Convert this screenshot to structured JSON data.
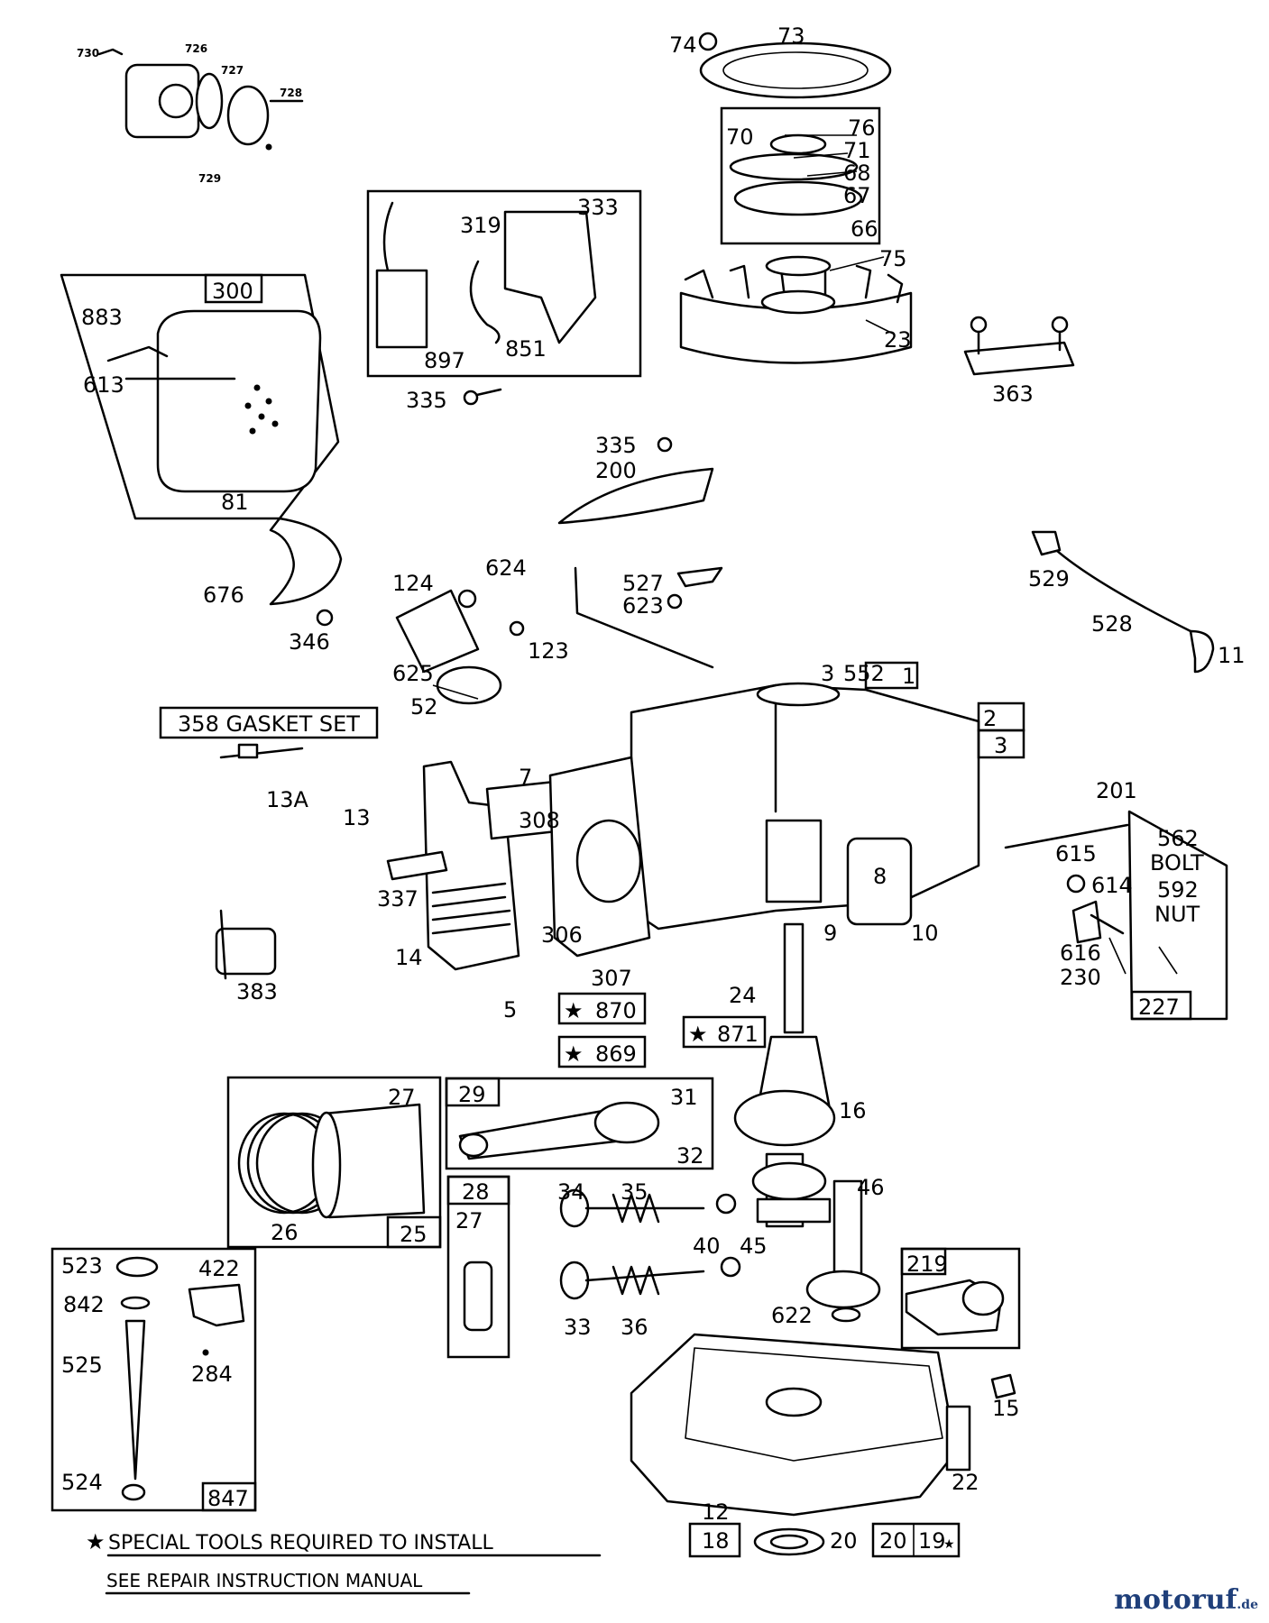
{
  "labels": {
    "p730": "730",
    "p726": "726",
    "p727": "727",
    "p728": "728",
    "p729": "729",
    "p74": "74",
    "p73": "73",
    "p76": "76",
    "p70": "70",
    "p71": "71",
    "p68": "68",
    "p67": "67",
    "p66": "66",
    "p75": "75",
    "p23": "23",
    "p333": "333",
    "p319": "319",
    "p851": "851",
    "p897": "897",
    "p335a": "335",
    "p300": "300",
    "p883": "883",
    "p613": "613",
    "p81": "81",
    "p363": "363",
    "p335b": "335",
    "p200": "200",
    "p529": "529",
    "p528": "528",
    "p11": "11",
    "p676": "676",
    "p346": "346",
    "p124": "124",
    "p123": "123",
    "p625": "625",
    "p52": "52",
    "p624": "624",
    "p527": "527",
    "p623": "623",
    "p3a": "3",
    "p552": "552",
    "p1": "1",
    "p2": "2",
    "p3b": "3",
    "p13A": "13A",
    "p13": "13",
    "p7": "7",
    "p308": "308",
    "p337": "337",
    "p14": "14",
    "p5": "5",
    "p306": "306",
    "p307": "307",
    "p8": "8",
    "p9": "9",
    "p10": "10",
    "p201": "201",
    "p562": "562",
    "pBOLT": "BOLT",
    "p592": "592",
    "pNUT": "NUT",
    "p615": "615",
    "p614": "614",
    "p616": "616",
    "p230": "230",
    "p227": "227",
    "p383": "383",
    "p870": "870",
    "p869": "869",
    "p871": "871",
    "p24": "24",
    "p27a": "27",
    "p29": "29",
    "p31": "31",
    "p32": "32",
    "p16": "16",
    "p26": "26",
    "p25": "25",
    "p28": "28",
    "p27b": "27",
    "p34": "34",
    "p35": "35",
    "p40": "40",
    "p45": "45",
    "p46": "46",
    "p33": "33",
    "p36": "36",
    "p622": "622",
    "p219": "219",
    "p523": "523",
    "p842": "842",
    "p525": "525",
    "p524": "524",
    "p847": "847",
    "p422": "422",
    "p284": "284",
    "p15": "15",
    "p22": "22",
    "p12": "12",
    "p18": "18",
    "p20a": "20",
    "p20b": "20",
    "p19": "19"
  },
  "gasket_set": "358 GASKET SET",
  "notes": {
    "line1": "SPECIAL TOOLS REQUIRED TO INSTALL",
    "line2": "SEE REPAIR INSTRUCTION MANUAL"
  },
  "watermark": {
    "brand": "motoruf",
    "suffix": ".de"
  }
}
